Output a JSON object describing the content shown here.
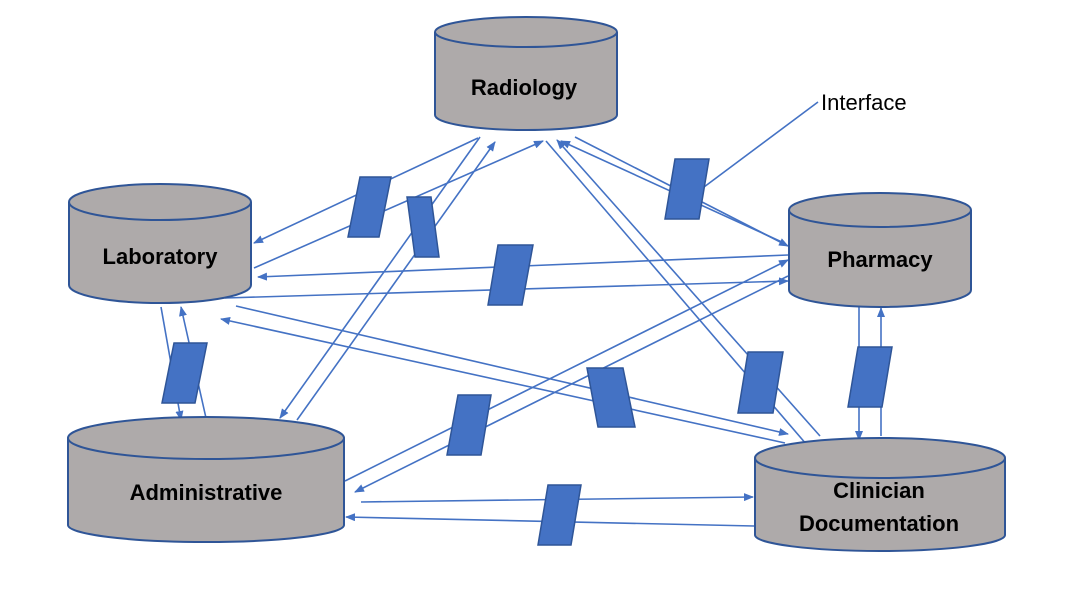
{
  "colors": {
    "node_fill": "#aeaaaa",
    "node_stroke": "#2f5597",
    "connector": "#4472c4",
    "interface_fill": "#4472c4",
    "interface_stroke": "#2f5597"
  },
  "nodes": [
    {
      "id": "radiology",
      "label_lines": [
        "Radiology"
      ]
    },
    {
      "id": "laboratory",
      "label_lines": [
        "Laboratory"
      ]
    },
    {
      "id": "pharmacy",
      "label_lines": [
        "Pharmacy"
      ]
    },
    {
      "id": "administrative",
      "label_lines": [
        "Administrative"
      ]
    },
    {
      "id": "clinician-documentation",
      "label_lines": [
        "Clinician",
        "Documentation"
      ]
    }
  ],
  "connections": [
    {
      "from": "radiology",
      "to": "laboratory",
      "bidirectional": true
    },
    {
      "from": "radiology",
      "to": "administrative",
      "bidirectional": true
    },
    {
      "from": "radiology",
      "to": "pharmacy",
      "bidirectional": true
    },
    {
      "from": "radiology",
      "to": "clinician-documentation",
      "bidirectional": true
    },
    {
      "from": "laboratory",
      "to": "pharmacy",
      "bidirectional": true
    },
    {
      "from": "laboratory",
      "to": "administrative",
      "bidirectional": true
    },
    {
      "from": "laboratory",
      "to": "clinician-documentation",
      "bidirectional": true
    },
    {
      "from": "administrative",
      "to": "pharmacy",
      "bidirectional": true
    },
    {
      "from": "administrative",
      "to": "clinician-documentation",
      "bidirectional": true
    },
    {
      "from": "pharmacy",
      "to": "clinician-documentation",
      "bidirectional": true
    }
  ],
  "callout": {
    "label": "Interface"
  }
}
